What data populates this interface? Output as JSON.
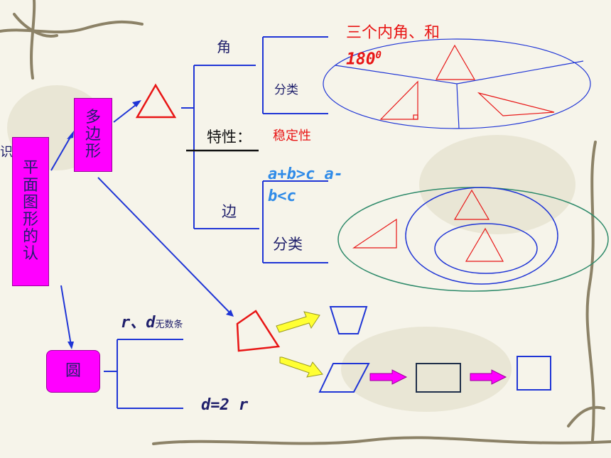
{
  "root": {
    "chars": [
      "平",
      "面",
      "图",
      "形",
      "的",
      "认"
    ],
    "side_label": "识"
  },
  "polygon_node": {
    "chars": [
      "多",
      "边",
      "形"
    ]
  },
  "circle_node": {
    "label": "圆"
  },
  "angle": {
    "label": "角",
    "fact_line1": "三个内角、和",
    "fact_line2": "180",
    "degree": "0",
    "classify": "分类"
  },
  "property": {
    "label": "特性：",
    "value": "稳定性"
  },
  "side": {
    "label": "边",
    "rule_line1": "a+b>c    a-",
    "rule_line2": "b<c",
    "classify": "分类"
  },
  "circle_facts": {
    "rd": "r、d",
    "rd_note": "无数条",
    "formula": "d=2 r"
  },
  "colors": {
    "magenta": "#ff00ff",
    "navy": "#1f1f6b",
    "red": "#e81515",
    "blue": "#1f35d6",
    "cyan": "#2f8be8",
    "green": "#2e8a6a",
    "yellow": "#ffff33"
  }
}
